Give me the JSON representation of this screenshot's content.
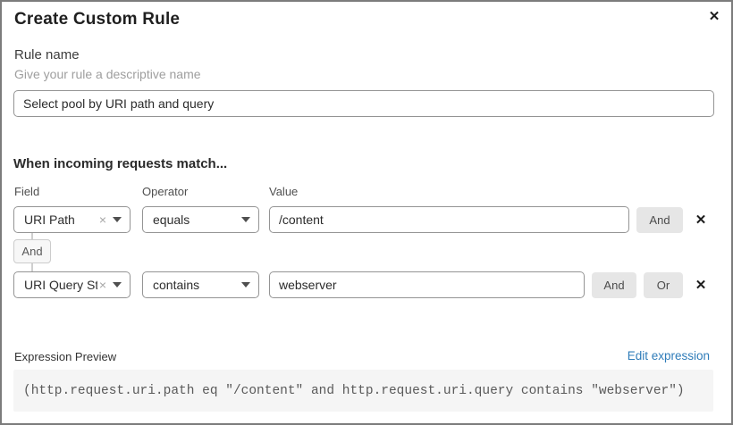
{
  "modal": {
    "title": "Create Custom Rule",
    "close_icon": "✕"
  },
  "rule_name": {
    "label": "Rule name",
    "helper": "Give your rule a descriptive name",
    "value": "Select pool by URI path and query"
  },
  "matcher": {
    "heading": "When incoming requests match...",
    "column_labels": {
      "field": "Field",
      "operator": "Operator",
      "value": "Value"
    },
    "connector_label": "And",
    "rows": [
      {
        "field": "URI Path",
        "operator": "equals",
        "value": "/content",
        "clear_icon": "×",
        "remove_icon": "✕",
        "buttons": [
          "And"
        ]
      },
      {
        "field": "URI Query St...",
        "operator": "contains",
        "value": "webserver",
        "clear_icon": "×",
        "remove_icon": "✕",
        "buttons": [
          "And",
          "Or"
        ]
      }
    ]
  },
  "expression": {
    "label": "Expression Preview",
    "edit_link": "Edit expression",
    "code": "(http.request.uri.path eq \"/content\" and http.request.uri.query contains \"webserver\")"
  },
  "colors": {
    "link": "#2f7cb9",
    "button_bg": "#e6e6e6",
    "input_border": "#949494",
    "code_bg": "#f5f5f5"
  }
}
